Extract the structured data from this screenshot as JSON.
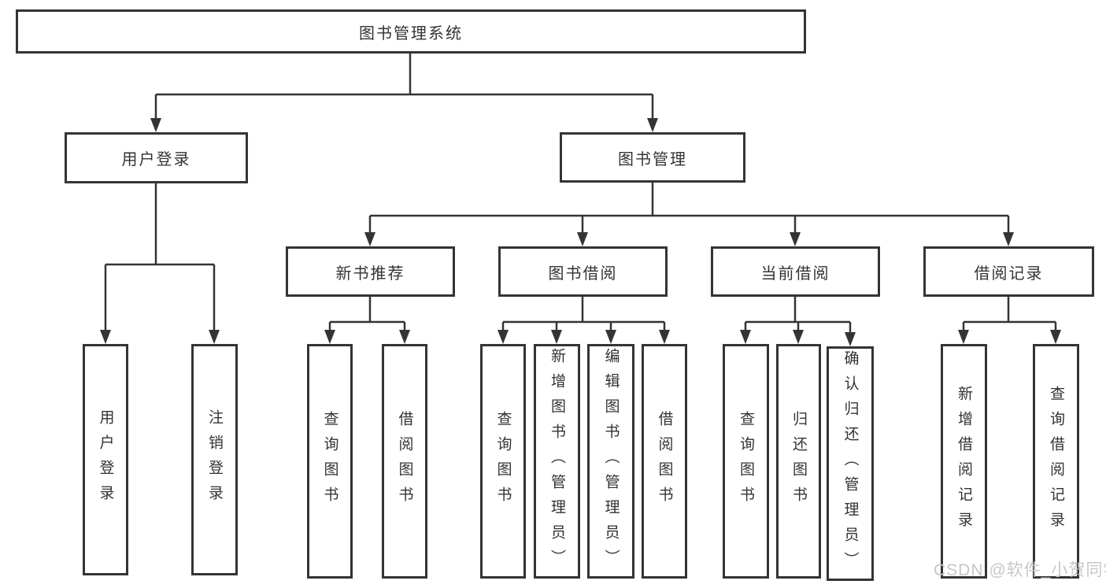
{
  "diagram_type": "hierarchy-tree",
  "root": {
    "id": "library-management-system",
    "label": "图书管理系统"
  },
  "level2": [
    {
      "id": "user-login",
      "label": "用户登录"
    },
    {
      "id": "book-management",
      "label": "图书管理"
    }
  ],
  "level3": [
    {
      "id": "new-book-recommend",
      "parent": "book-management",
      "label": "新书推荐"
    },
    {
      "id": "book-borrowing",
      "parent": "book-management",
      "label": "图书借阅"
    },
    {
      "id": "current-borrowing",
      "parent": "book-management",
      "label": "当前借阅"
    },
    {
      "id": "borrowing-records",
      "parent": "book-management",
      "label": "借阅记录"
    }
  ],
  "leaves": [
    {
      "id": "user-login-action",
      "parent": "user-login",
      "label": "用户登录"
    },
    {
      "id": "logout-action",
      "parent": "user-login",
      "label": "注销登录"
    },
    {
      "id": "recommend-query-book",
      "parent": "new-book-recommend",
      "label": "查询图书"
    },
    {
      "id": "recommend-borrow-book",
      "parent": "new-book-recommend",
      "label": "借阅图书"
    },
    {
      "id": "borrowing-query-book",
      "parent": "book-borrowing",
      "label": "查询图书"
    },
    {
      "id": "borrowing-add-book",
      "parent": "book-borrowing",
      "label": "新增图书（管理员）"
    },
    {
      "id": "borrowing-edit-book",
      "parent": "book-borrowing",
      "label": "编辑图书（管理员）"
    },
    {
      "id": "borrowing-borrow-book",
      "parent": "book-borrowing",
      "label": "借阅图书"
    },
    {
      "id": "current-query-book",
      "parent": "current-borrowing",
      "label": "查询图书"
    },
    {
      "id": "current-return-book",
      "parent": "current-borrowing",
      "label": "归还图书"
    },
    {
      "id": "current-confirm-return",
      "parent": "current-borrowing",
      "label": "确认归还（管理员）"
    },
    {
      "id": "records-add-record",
      "parent": "borrowing-records",
      "label": "新增借阅记录"
    },
    {
      "id": "records-query-record",
      "parent": "borrowing-records",
      "label": "查询借阅记录"
    }
  ],
  "watermark": {
    "text": "CSDN @软件_小贺同学"
  },
  "colors": {
    "line": "#343434",
    "text": "#333333",
    "watermark": "#c7c7c7",
    "background": "#ffffff"
  }
}
